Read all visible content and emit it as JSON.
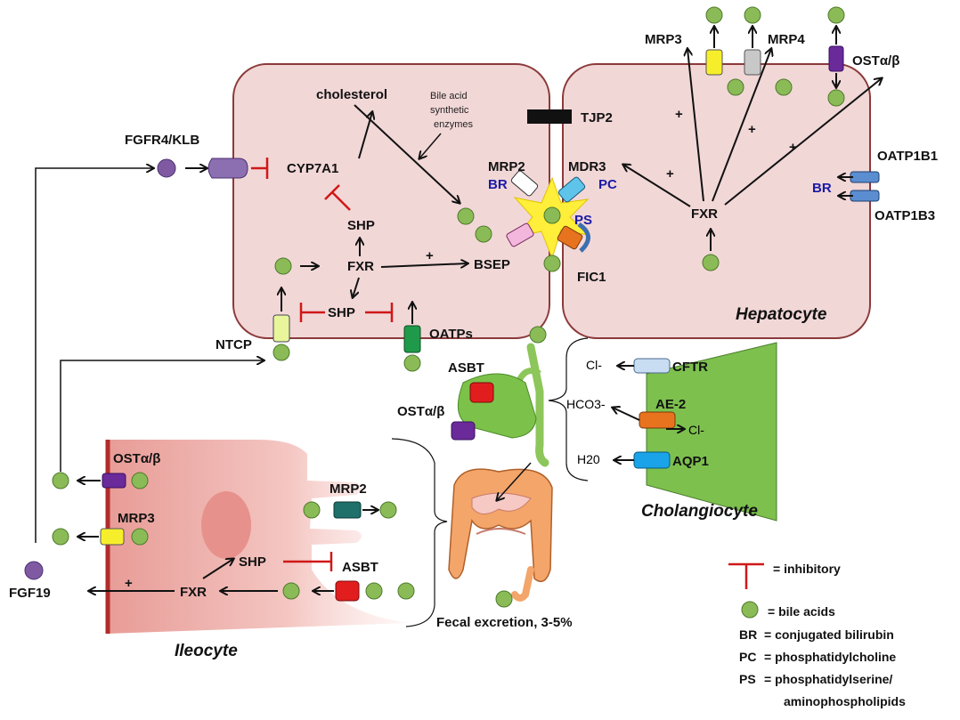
{
  "colors": {
    "cell_fill": "#f2d7d7",
    "cell_stroke": "#8b3a3a",
    "bile_acid": "#8bbb57",
    "inhibit": "#d01818",
    "cholangiocyte": "#7dc04e",
    "ileocyte_edge": "#b22b2b"
  },
  "hepatocyte": {
    "title": "Hepatocyte",
    "cholesterol": "cholesterol",
    "enzyme_note_1": "Bile acid",
    "enzyme_note_2": "synthetic",
    "enzyme_note_3": "enzymes",
    "cyp7a1": "CYP7A1",
    "shp_top": "SHP",
    "fxr_left": "FXR",
    "shp_bottom": "SHP",
    "bsep": "BSEP",
    "mrp2": "MRP2",
    "mdr3": "MDR3",
    "fic1": "FIC1",
    "br": "BR",
    "pc": "PC",
    "ps": "PS",
    "tjp2": "TJP2",
    "fgfr4": "FGFR4/KLB",
    "ntcp": "NTCP",
    "oatps": "OATPs",
    "fxr_right": "FXR",
    "mrp3": "MRP3",
    "mrp4": "MRP4",
    "ost": "OSTα/β",
    "oatp1b1": "OATP1B1",
    "oatp1b3": "OATP1B3",
    "br_right": "BR",
    "plus": "+"
  },
  "gallbladder": {
    "asbt": "ASBT",
    "ost": "OSTα/β"
  },
  "cholangiocyte": {
    "title": "Cholangiocyte",
    "cl_top": "Cl-",
    "cftr": "CFTR",
    "hco3": "HCO3-",
    "ae2": "AE-2",
    "cl_right": "Cl-",
    "h2o": "H20",
    "aqp1": "AQP1"
  },
  "ileocyte": {
    "title": "Ileocyte",
    "ost": "OSTα/β",
    "mrp3": "MRP3",
    "mrp2": "MRP2",
    "shp": "SHP",
    "asbt": "ASBT",
    "fxr": "FXR",
    "fgf19": "FGF19",
    "plus": "+"
  },
  "fecal": "Fecal excretion, 3-5%",
  "legend": {
    "inhibitory": "= inhibitory",
    "bile_acids": "= bile acids",
    "br_key": "BR",
    "br_val": "= conjugated bilirubin",
    "pc_key": "PC",
    "pc_val": "= phosphatidylcholine",
    "ps_key": "PS",
    "ps_val": "=  phosphatidylserine/",
    "ps_val2": "aminophospholipids"
  }
}
